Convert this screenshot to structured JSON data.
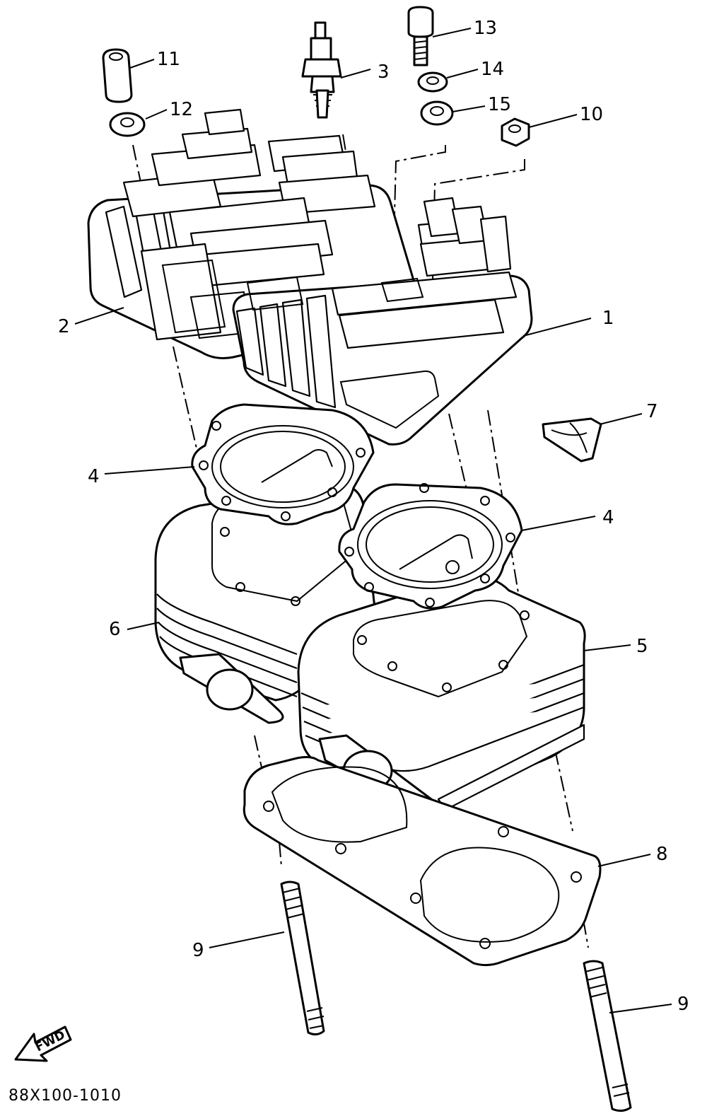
{
  "callouts": {
    "c1": "1",
    "c2": "2",
    "c3": "3",
    "c4a": "4",
    "c4b": "4",
    "c5": "5",
    "c6": "6",
    "c7": "7",
    "c8": "8",
    "c9a": "9",
    "c9b": "9",
    "c10": "10",
    "c11": "11",
    "c12": "12",
    "c13": "13",
    "c14": "14",
    "c15": "15"
  },
  "fwd_label": "FWD",
  "diagram_code": "88X100-1010"
}
